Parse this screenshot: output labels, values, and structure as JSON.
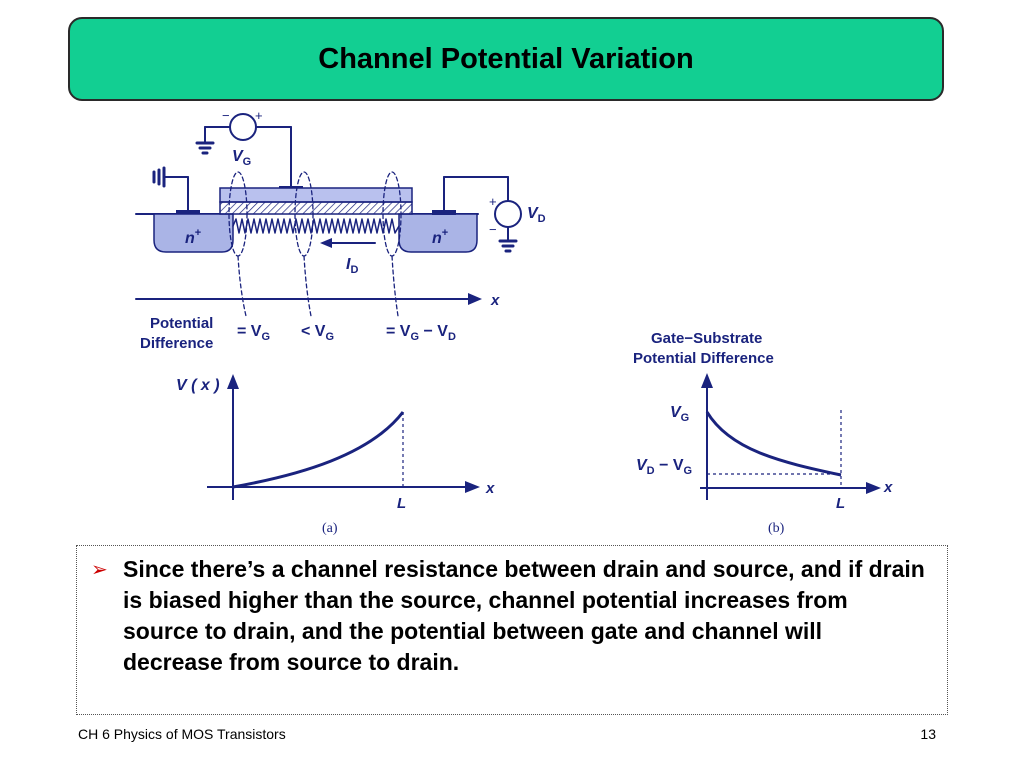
{
  "slide": {
    "title": "Channel Potential Variation"
  },
  "colors": {
    "title_bar": "#12cf92",
    "diagram_ink": "#1a237e",
    "n_region_fill": "#aab4e6",
    "gate_fill": "#b9c1ee",
    "bullet_arrow": "#cc0000"
  },
  "mos_diagram": {
    "gate_source_label": "V",
    "gate_source_sub": "G",
    "drain_source_label": "V",
    "drain_source_sub": "D",
    "plus_sign": "+",
    "minus_sign": "−",
    "source_region": "n",
    "drain_region": "n",
    "region_superscript": "+",
    "current_label": "I",
    "current_sub": "D",
    "axis_label": "x",
    "potential_difference_line1": "Potential",
    "potential_difference_line2": "Difference",
    "pd_at_source": "= V",
    "pd_at_source_sub": "G",
    "pd_middle": "< V",
    "pd_middle_sub": "G",
    "pd_at_drain_1": "= V",
    "pd_at_drain_1_sub": "G",
    "pd_at_drain_minus": " − V",
    "pd_at_drain_2_sub": "D"
  },
  "plot_a": {
    "ylabel": "V ( x )",
    "xlabel": "x",
    "x_mark": "L",
    "caption": "(a)"
  },
  "plot_b": {
    "title_line1": "Gate−Substrate",
    "title_line2": "Potential Difference",
    "y_top_label": "V",
    "y_top_sub": "G",
    "y_bottom_label_1": "V",
    "y_bottom_label_1_sub": "D",
    "y_bottom_minus": " − V",
    "y_bottom_label_2_sub": "G",
    "xlabel": "x",
    "x_mark": "L",
    "caption": "(b)"
  },
  "bullet": {
    "text": "Since there’s a channel resistance between drain and source, and if drain is biased higher than the source, channel potential increases from source to drain, and the potential between gate and channel will decrease from source to drain."
  },
  "footer": {
    "chapter": "CH 6  Physics of MOS Transistors",
    "page": "13"
  }
}
